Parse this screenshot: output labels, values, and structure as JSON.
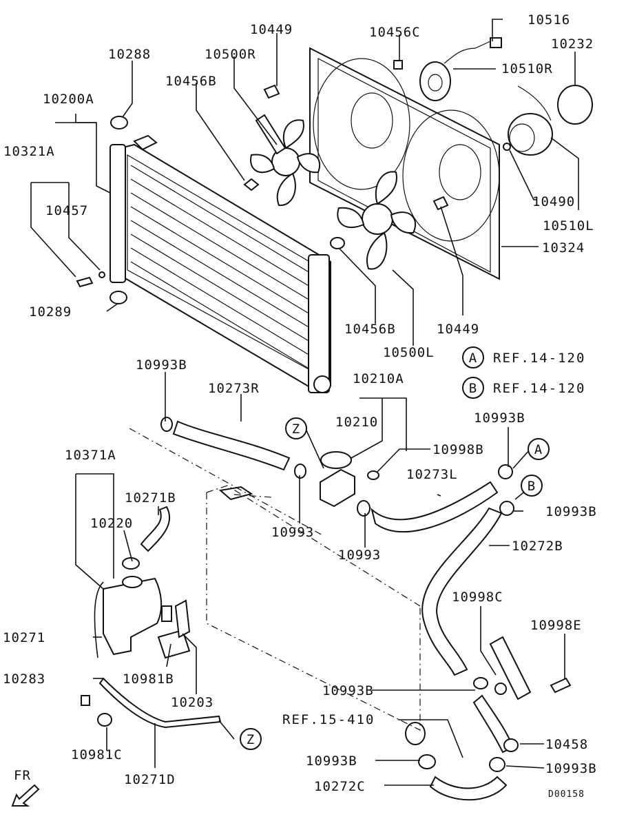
{
  "diagram": {
    "code": "D00158",
    "orientation": "FR",
    "parts": {
      "p10516": "10516",
      "p10449_top": "10449",
      "p10456C": "10456C",
      "p10232": "10232",
      "p10288": "10288",
      "p10500R": "10500R",
      "p10510R": "10510R",
      "p10456B_top": "10456B",
      "p10200A": "10200A",
      "p10321A": "10321A",
      "p10490": "10490",
      "p10457": "10457",
      "p10510L": "10510L",
      "p10324": "10324",
      "p10289": "10289",
      "p10456B_bot": "10456B",
      "p10449_bot": "10449",
      "p10500L": "10500L",
      "p10993B_a": "10993B",
      "p10273R": "10273R",
      "p10210A": "10210A",
      "p10210": "10210",
      "p10993B_b": "10993B",
      "p10371A": "10371A",
      "p10998B": "10998B",
      "p10273L": "10273L",
      "p10271B": "10271B",
      "p10220": "10220",
      "p10993_a": "10993",
      "p10993B_c": "10993B",
      "p10993_b": "10993",
      "p10272B": "10272B",
      "p10998C": "10998C",
      "p10998E": "10998E",
      "p10271": "10271",
      "p10283": "10283",
      "p10981B": "10981B",
      "p10993B_d": "10993B",
      "p10203": "10203",
      "p10981C": "10981C",
      "p10458": "10458",
      "p10993B_e": "10993B",
      "p10993B_f": "10993B",
      "p10271D": "10271D",
      "p10272C": "10272C"
    },
    "references": {
      "refA_text": "REF.14-120",
      "refB_text": "REF.14-120",
      "ref15_text": "REF.15-410"
    },
    "callouts": {
      "A": "A",
      "B": "B",
      "Z": "Z"
    }
  }
}
